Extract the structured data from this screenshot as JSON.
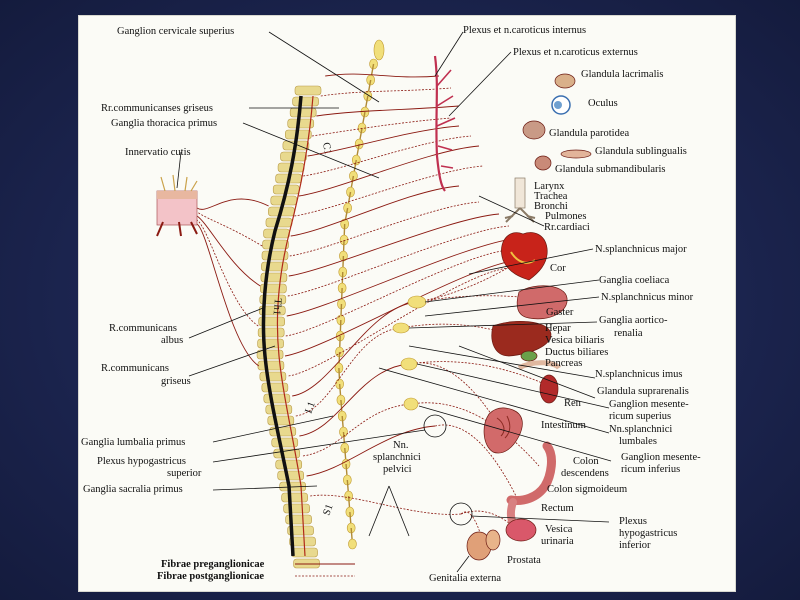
{
  "labels": {
    "ganglion_cervicale": "Ganglion cervicale superius",
    "plexus_int": "Plexus et n.caroticus internus",
    "plexus_ext": "Plexus et n.caroticus externus",
    "gl_lacrimalis": "Glandula lacrimalis",
    "oculus": "Oculus",
    "rr_comm_griseus": "Rr.communicanses griseus",
    "ganglia_thoracica": "Ganglia thoracica primus",
    "gl_parotidea": "Glandula parotidea",
    "gl_sublingualis": "Glandula sublingualis",
    "gl_submand": "Glandula submandibularis",
    "innervatio": "Innervatio cutis",
    "larynx": "Larynx",
    "trachea": "Trachea",
    "bronchi": "Bronchi",
    "pulmones": "Pulmones",
    "rr_cardiaci": "Rr.cardiaci",
    "n_splanch_major": "N.splanchnicus major",
    "cor": "Cor",
    "ganglia_coeliaca": "Ganglia coeliaca",
    "n_splanch_minor": "N.splanchnicus minor",
    "gaster": "Gaster",
    "ganglia_aortico": "Ganglia aortico-",
    "renalia": "renalia",
    "hepar": "Hepar",
    "vesica_biliaris": "Vesica biliaris",
    "ductus_biliares": "Ductus biliares",
    "pancreas": "Pancreas",
    "r_comm_albus_1": "R.communicans",
    "r_comm_albus_2": "albus",
    "r_comm_gris_1": "R.communicans",
    "r_comm_gris_2": "griseus",
    "n_splanch_imus": "N.splanchnicus imus",
    "gl_suprarenalis": "Glandula suprarenalis",
    "ren": "Ren",
    "ganglion_mes_sup_1": "Ganglion mesente-",
    "ganglion_mes_sup_2": "ricum superius",
    "intestinum": "Intestinum",
    "nn_splanch_lumb_1": "Nn.splanchnici",
    "nn_splanch_lumb_2": "lumbales",
    "ganglia_lumbalia": "Ganglia lumbalia primus",
    "plexus_hypo_sup_1": "Plexus hypogastricus",
    "plexus_hypo_sup_2": "superior",
    "nn_splanch_pelv_1": "Nn.",
    "nn_splanch_pelv_2": "splanchnici",
    "nn_splanch_pelv_3": "pelvici",
    "colon_desc_1": "Colon",
    "colon_desc_2": "descendens",
    "ganglion_mes_inf_1": "Ganglion mesente-",
    "ganglion_mes_inf_2": "ricum inferius",
    "colon_sigm": "Colon sigmoideum",
    "ganglia_sacralia": "Ganglia sacralia primus",
    "rectum": "Rectum",
    "plexus_hypo_inf_1": "Plexus",
    "plexus_hypo_inf_2": "hypogastricus",
    "plexus_hypo_inf_3": "inferior",
    "vesica_urin_1": "Vesica",
    "vesica_urin_2": "urinaria",
    "prostata": "Prostata",
    "genitalia": "Genitalia externa",
    "spine_c": "C1",
    "spine_th": "Th1",
    "spine_l": "L1",
    "spine_s": "S1"
  },
  "legend": {
    "pre": "Fibrae preganglionicae",
    "post": "Fibrae postganglionicae"
  },
  "colors": {
    "nerve": "#8b1a12",
    "ganglion": "#f1df7a",
    "frame_bg": "#1c2550"
  }
}
